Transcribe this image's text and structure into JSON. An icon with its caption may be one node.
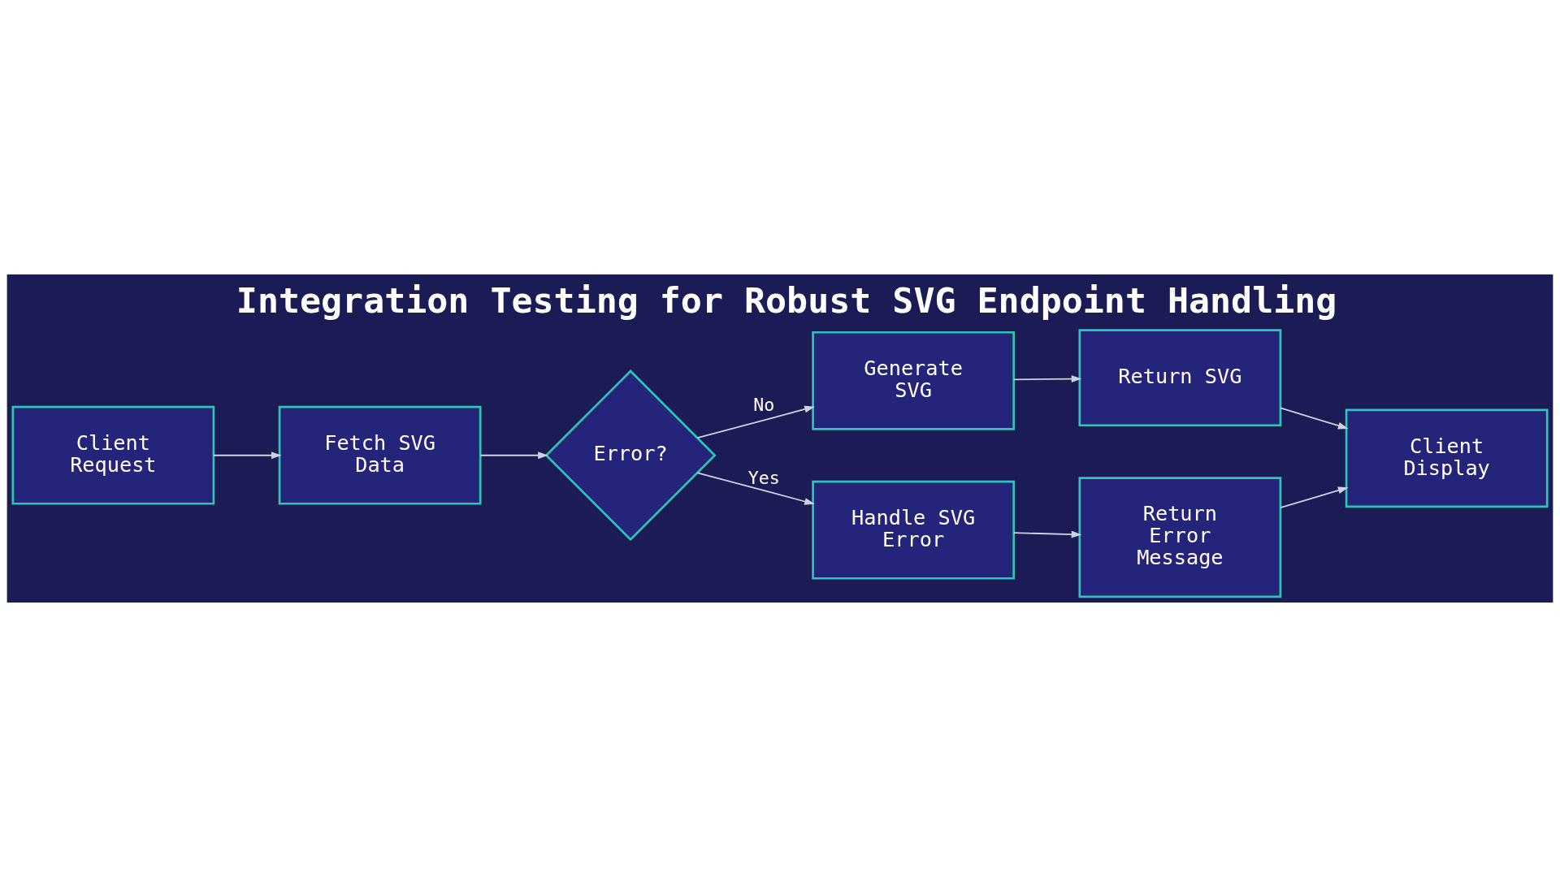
{
  "diagram": {
    "title": "Integration Testing for Robust SVG Endpoint Handling",
    "nodes": [
      {
        "text": [
          "Client Request"
        ]
      },
      {
        "text": [
          "Fetch SVG Data"
        ]
      },
      {
        "text": [
          "Error?"
        ]
      },
      {
        "text": [
          "Generate SVG"
        ]
      },
      {
        "text": [
          "Handle SVG Error"
        ]
      },
      {
        "text": [
          "Return SVG"
        ]
      },
      {
        "text": [
          "Return Error Message"
        ]
      },
      {
        "text": [
          "Client Display"
        ]
      }
    ],
    "edges": [
      {
        "from": 0,
        "to": 1,
        "arrow": "to"
      },
      {
        "from": 1,
        "to": 2,
        "arrow": "to"
      },
      {
        "from": 2,
        "to": 3,
        "arrow": "to",
        "label": "No"
      },
      {
        "from": 2,
        "to": 4,
        "arrow": "to",
        "label": "Yes"
      },
      {
        "from": 3,
        "to": 5,
        "arrow": "to"
      },
      {
        "from": 4,
        "to": 6,
        "arrow": "to"
      },
      {
        "from": 5,
        "to": 7,
        "arrow": "to"
      },
      {
        "from": 6,
        "to": 7,
        "arrow": "to"
      }
    ]
  }
}
